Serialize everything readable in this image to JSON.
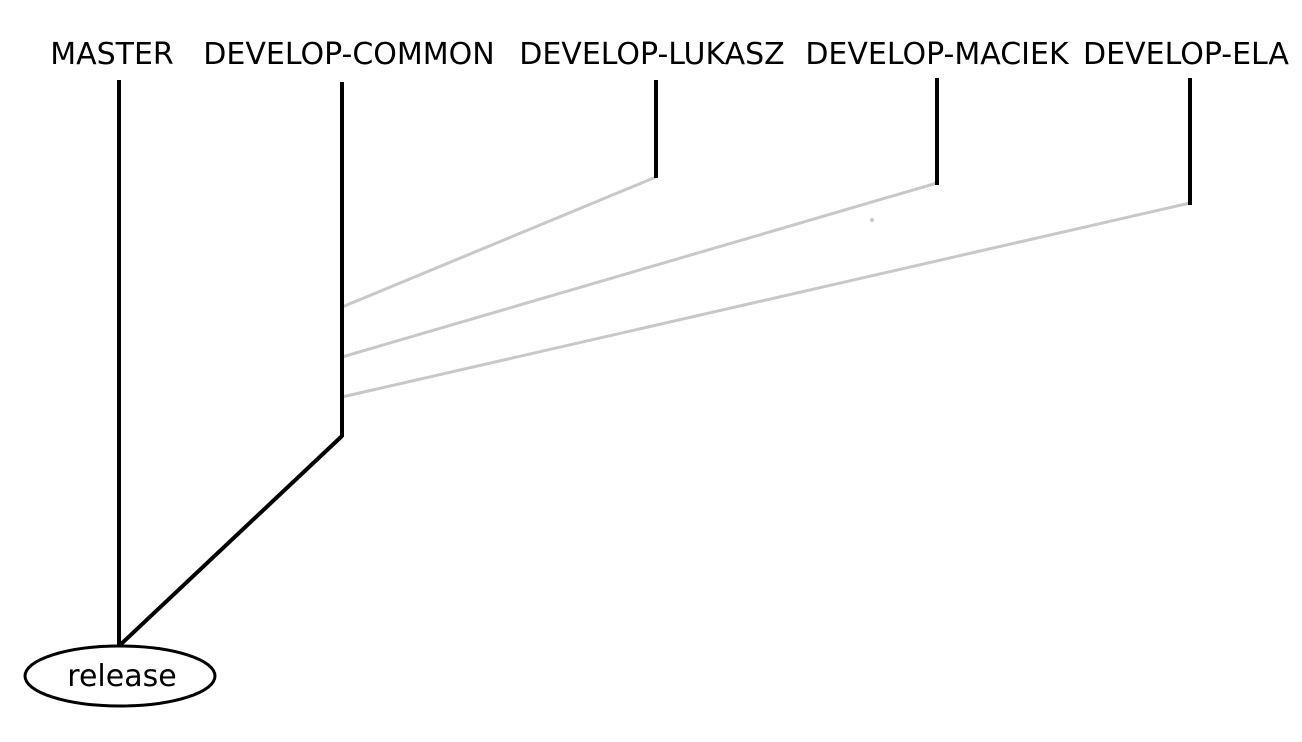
{
  "branches": {
    "master": {
      "label": "MASTER"
    },
    "develop_common": {
      "label": "DEVELOP-COMMON"
    },
    "develop_lukasz": {
      "label": "DEVELOP-LUKASZ"
    },
    "develop_maciek": {
      "label": "DEVELOP-MACIEK"
    },
    "develop_ela": {
      "label": "DEVELOP-ELA"
    }
  },
  "release": {
    "label": "release"
  },
  "colors": {
    "branch_line": "#000000",
    "merge_line": "#c8c8c8",
    "background": "#ffffff"
  }
}
